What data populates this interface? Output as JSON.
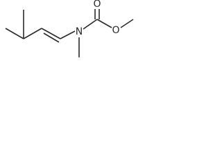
{
  "structure": {
    "atoms": {
      "nitrogen": "N",
      "carbonyl_oxygen": "O",
      "ester_oxygen": "O"
    }
  },
  "colors": {
    "bond": "#2a2a2a",
    "label": "#2a2a2a",
    "background": "#ffffff"
  }
}
